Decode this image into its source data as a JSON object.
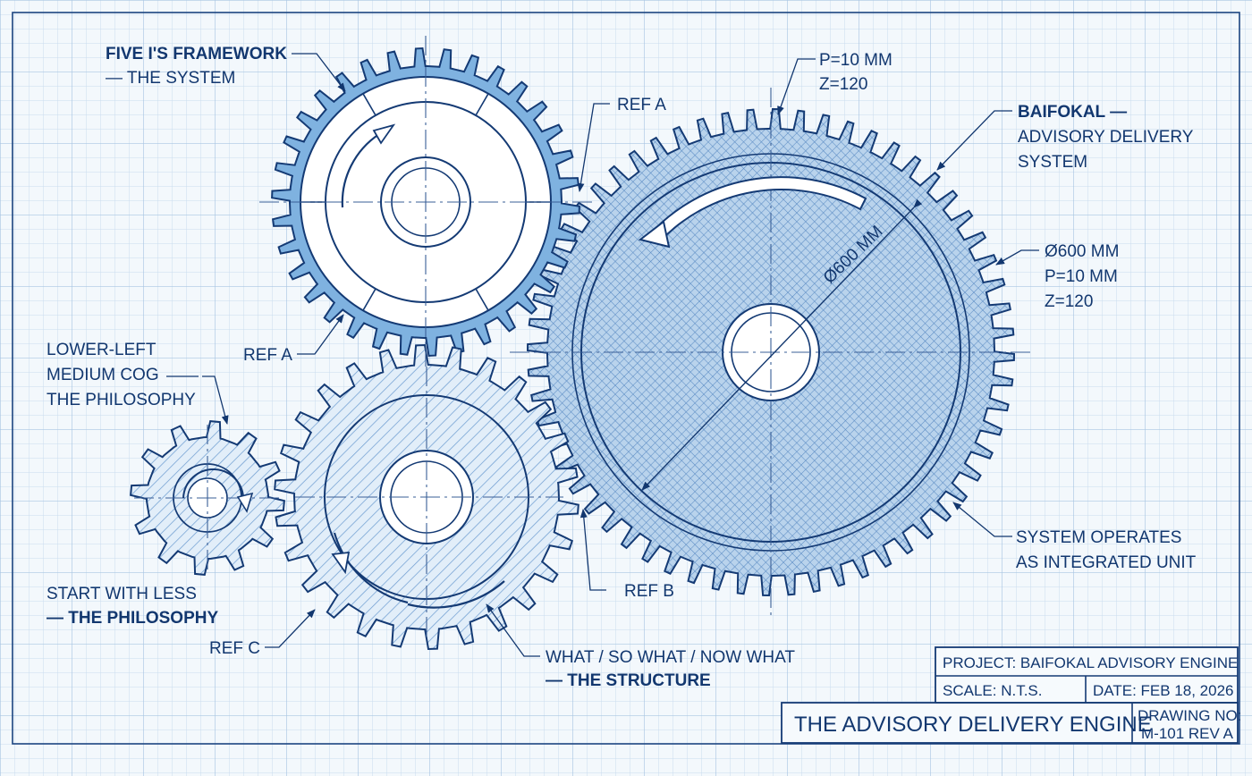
{
  "labels": {
    "five_is_title": "FIVE I'S FRAMEWORK",
    "five_is_sub": "— THE SYSTEM",
    "ref_a_top": "REF A",
    "ref_a_left": "REF A",
    "ref_b": "REF B",
    "ref_c": "REF C",
    "top_spec_p": "P=10 MM",
    "top_spec_z": "Z=120",
    "baifokal_title": "BAIFOKAL —",
    "baifokal_line2": "ADVISORY DELIVERY",
    "baifokal_line3": "SYSTEM",
    "spec_d": "Ø600 MM",
    "spec_p": "P=10 MM",
    "spec_z": "Z=120",
    "diameter": "Ø600 MM",
    "cog_line1": "LOWER-LEFT",
    "cog_line2": "MEDIUM COG",
    "cog_line3": "THE PHILOSOPHY",
    "start_line1": "START WITH LESS",
    "start_line2": "— THE PHILOSOPHY",
    "system_line1": "SYSTEM OPERATES",
    "system_line2": "AS INTEGRATED UNIT",
    "structure_line1": "WHAT / SO WHAT / NOW WHAT",
    "structure_line2": "— THE STRUCTURE"
  },
  "title_block": {
    "project": "PROJECT: BAIFOKAL ADVISORY ENGINE",
    "scale": "SCALE: N.T.S.",
    "date": "DATE: FEB 18, 2026",
    "title": "THE ADVISORY DELIVERY ENGINE",
    "drawing_no_label": "DRAWING NO:",
    "drawing_no": "M-101 REV A"
  },
  "colors": {
    "background": "#f3f8fc",
    "grid_minor": "#c9dcee",
    "grid_major": "#a9c6e3",
    "ink": "#12376f",
    "gear_fill_light": "#cfe3f5",
    "gear_fill_mid": "#7fb2e0",
    "gear_fill_dark": "#a7c6e6"
  },
  "icons": {
    "rotation_arrows": "curved-arrow-icon"
  }
}
